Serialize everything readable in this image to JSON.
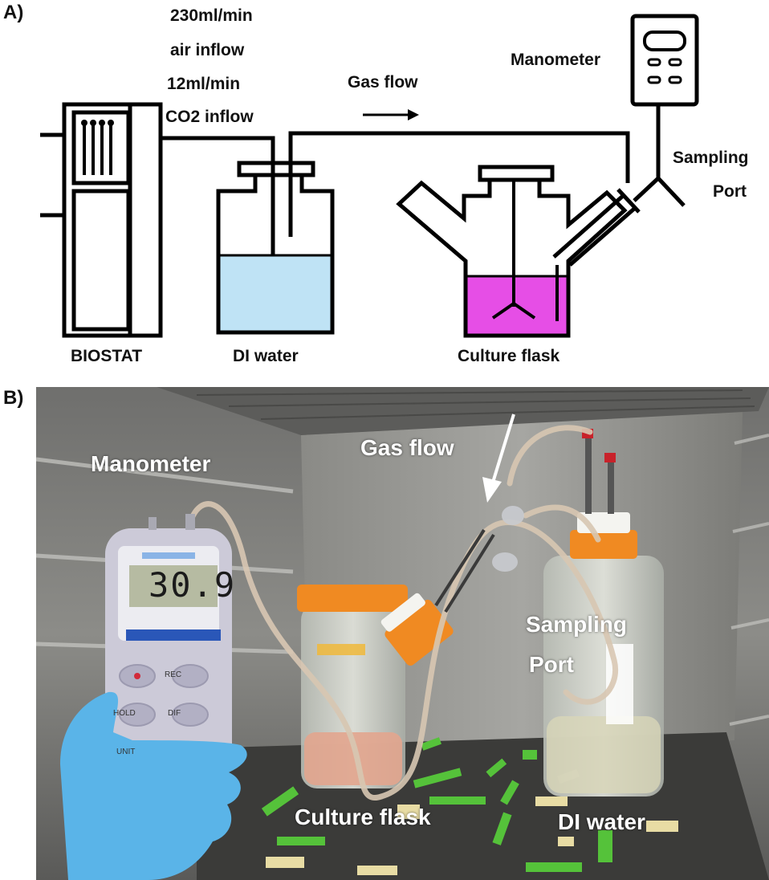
{
  "panels": {
    "a_label": "A)",
    "b_label": "B)"
  },
  "schematic": {
    "air_flow_rate": "230ml/min",
    "air_flow_label": "air inflow",
    "co2_flow_rate": "12ml/min",
    "co2_flow_label": "CO2 inflow",
    "gas_flow": "Gas flow",
    "manometer": "Manometer",
    "sampling_line1": "Sampling",
    "sampling_line2": "Port",
    "biostat": "BIOSTAT",
    "di_water": "DI water",
    "culture_flask": "Culture flask"
  },
  "photo": {
    "manometer": "Manometer",
    "gas_flow": "Gas flow",
    "sampling_line1": "Sampling",
    "sampling_line2": "Port",
    "culture_flask": "Culture flask",
    "di_water": "DI water",
    "manometer_reading": "30.9",
    "button_rec": "REC",
    "button_hold": "HOLD",
    "button_dif": "DIF",
    "button_unit": "UNIT"
  },
  "colors": {
    "water": "#bfe3f5",
    "culture_medium": "#e64ee6",
    "glove": "#5ab4e8"
  }
}
